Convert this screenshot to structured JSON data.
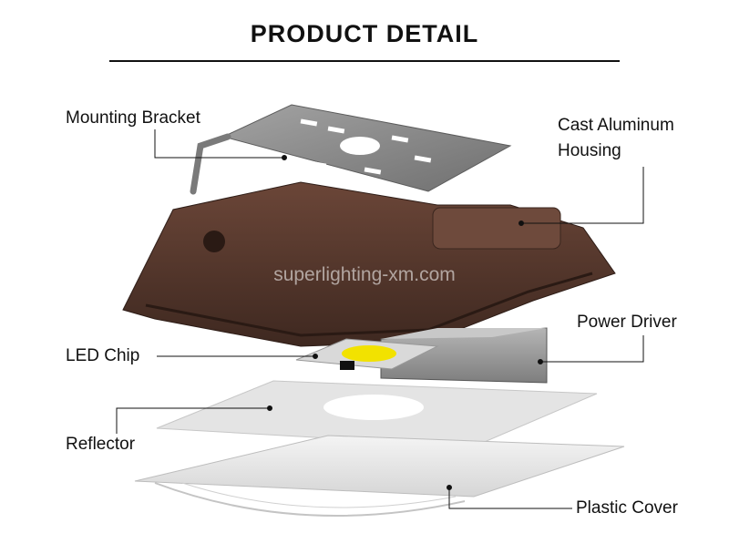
{
  "header": {
    "title": "PRODUCT DETAIL"
  },
  "watermark": "superlighting-xm.com",
  "labels": {
    "mounting_bracket": "Mounting Bracket",
    "housing_line1": "Cast Aluminum",
    "housing_line2": "Housing",
    "power_driver": "Power Driver",
    "led_chip": "LED Chip",
    "reflector": "Reflector",
    "plastic_cover": "Plastic Cover"
  },
  "colors": {
    "housing": "#5a3a2e",
    "bracket": "#8c8c8c",
    "driver": "#9a9a9a",
    "led": "#f2e200",
    "reflector": "#e4e4e4",
    "text": "#111111"
  }
}
